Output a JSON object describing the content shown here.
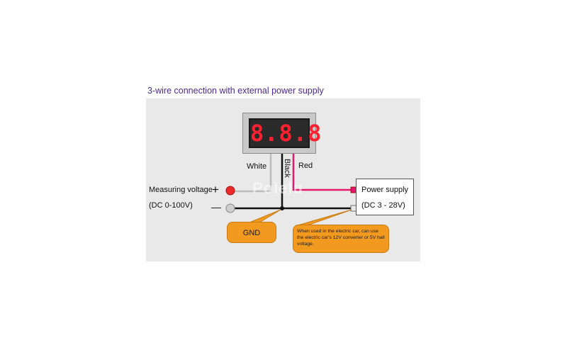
{
  "title": "3-wire connection with external power supply",
  "meter": {
    "display": "8.8.8"
  },
  "wires": {
    "white": "White",
    "black": "Black",
    "red": "Red"
  },
  "measuring": {
    "label": "Measuring voltage",
    "range": "(DC 0-100V)",
    "plus": "+",
    "minus": "—"
  },
  "power_supply": {
    "label": "Power supply",
    "range": "(DC 3 - 28V)"
  },
  "gnd": {
    "label": "GND"
  },
  "note": {
    "text": "When used in the electric car, can use the electric car's 12V converter or 5V hall voltage."
  },
  "watermark": "Polelu",
  "colors": {
    "red_wire": "#e6186b",
    "white_wire": "#bdbdbd",
    "black_wire": "#111111",
    "callout": "#f29a1f"
  }
}
